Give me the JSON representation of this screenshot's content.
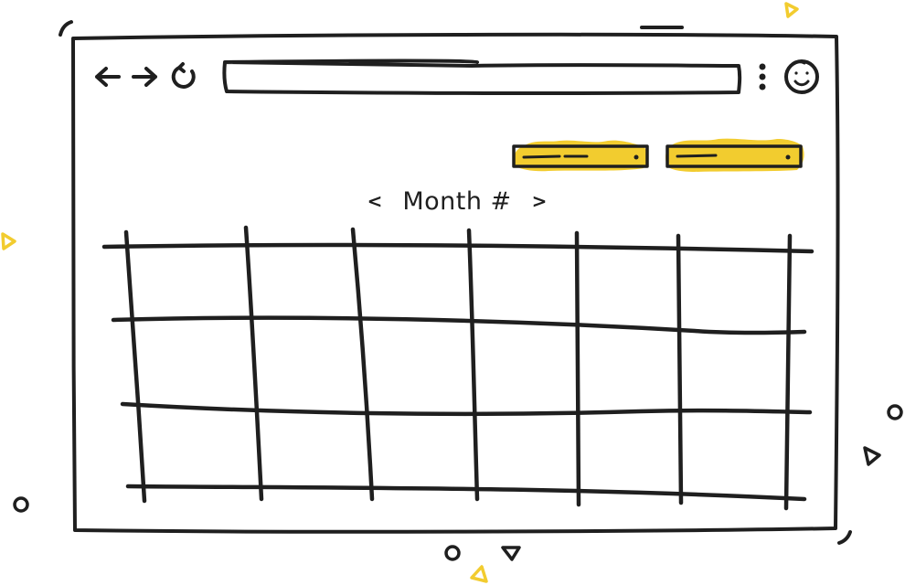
{
  "colors": {
    "ink": "#1f1f1f",
    "accent": "#f2cc2f",
    "background": "#ffffff"
  },
  "toolbar": {
    "back_icon": "arrow-left-icon",
    "forward_icon": "arrow-right-icon",
    "reload_icon": "reload-icon",
    "menu_icon": "kebab-menu-icon",
    "profile_icon": "smiley-face-icon"
  },
  "address_bar": {
    "value": ""
  },
  "header": {
    "prev_label": "<",
    "title": "Month #",
    "next_label": ">"
  },
  "calendar": {
    "rows": 3,
    "columns": 6
  }
}
